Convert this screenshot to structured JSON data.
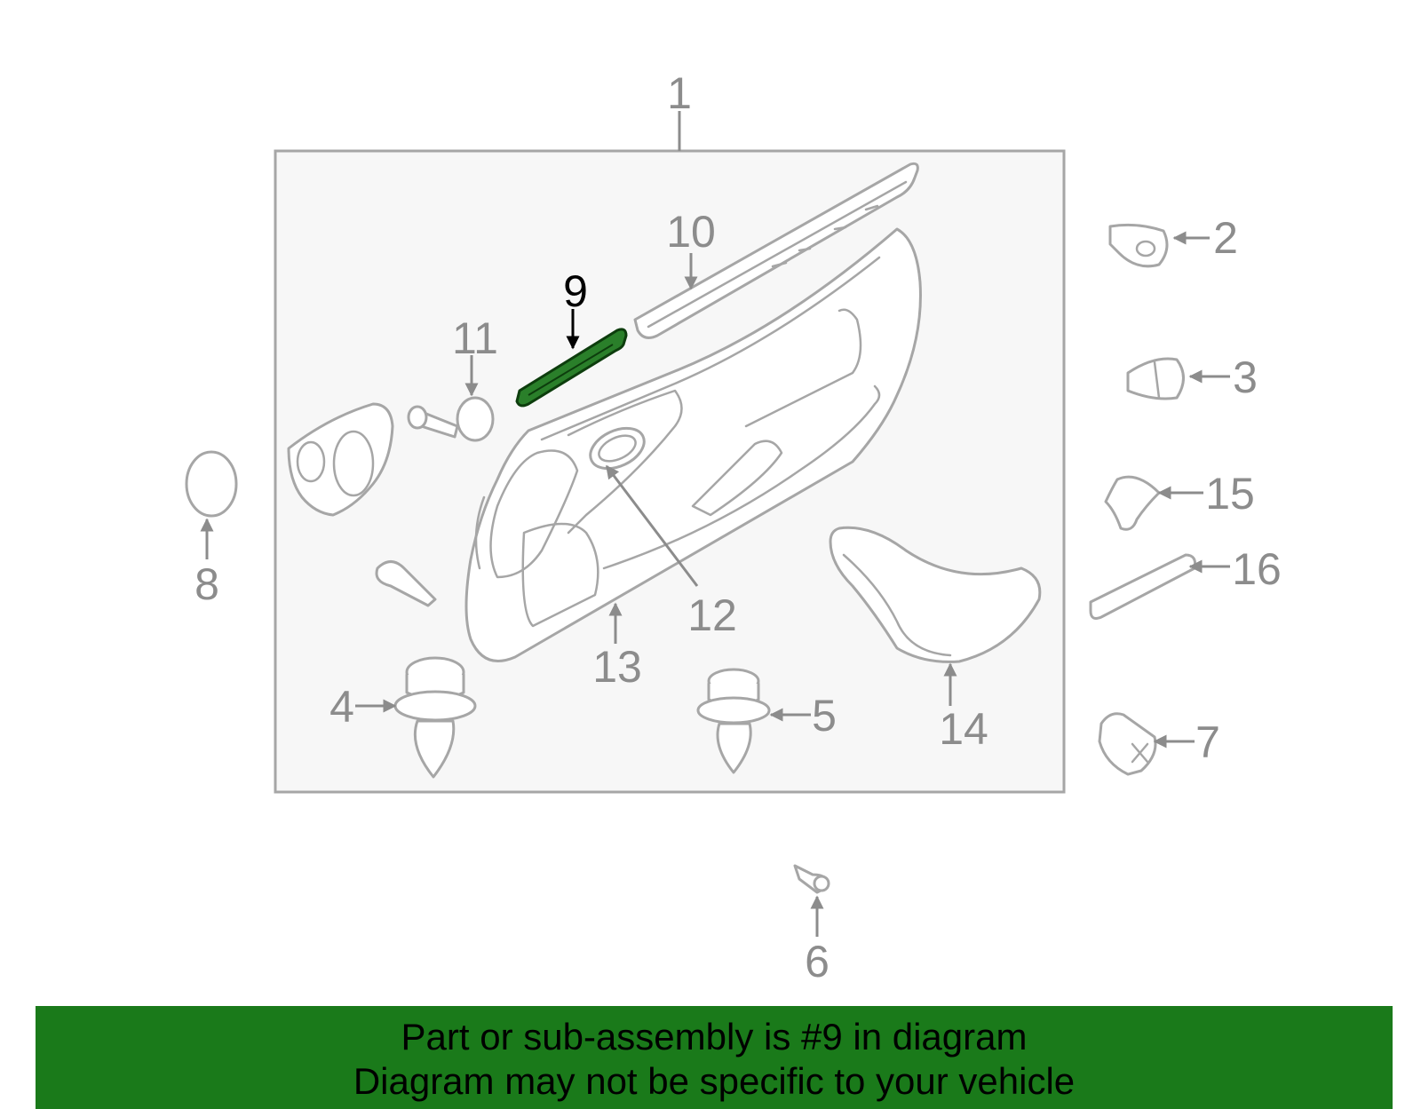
{
  "colors": {
    "panel_background": "#f7f7f7",
    "outline": "#a6a6a6",
    "label": "#8c8c8c",
    "highlight_fill": "#2a7f2a",
    "highlight_label": "#000000",
    "footer_background": "#1a7a1a"
  },
  "callouts": {
    "c1": "1",
    "c2": "2",
    "c3": "3",
    "c4": "4",
    "c5": "5",
    "c6": "6",
    "c7": "7",
    "c8": "8",
    "c9": "9",
    "c10": "10",
    "c11": "11",
    "c12": "12",
    "c13": "13",
    "c14": "14",
    "c15": "15",
    "c16": "16"
  },
  "highlighted_part": "9",
  "footer": {
    "line1": "Part or sub-assembly is #9 in diagram",
    "line2": "Diagram may not be specific to your vehicle"
  }
}
